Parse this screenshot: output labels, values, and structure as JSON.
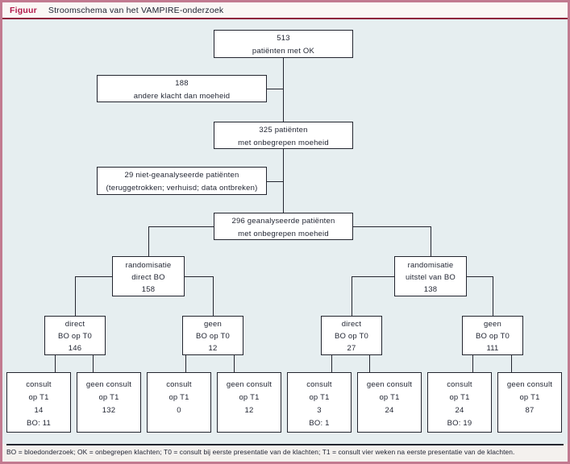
{
  "figure": {
    "label": "Figuur",
    "title": "Stroomschema van het VAMPIRE-onderzoek",
    "footnote": "BO = bloedonderzoek; OK = onbegrepen klachten; T0 = consult bij eerste presentatie van de klachten; T1 = consult vier weken na eerste presentatie van de klachten."
  },
  "colors": {
    "frame_border": "#c27a90",
    "title_rule": "#8e1c3c",
    "figure_label": "#b2174a",
    "canvas_background": "#e6eef0",
    "title_background": "#faf7f5",
    "node_border": "#23252f",
    "node_fill": "#ffffff",
    "text": "#1f2330"
  },
  "nodes": {
    "patients_ok": {
      "lines": [
        "513",
        "patiënten met OK"
      ]
    },
    "other_complaint": {
      "lines": [
        "188",
        "andere klacht dan moeheid"
      ]
    },
    "unexplained_325": {
      "lines": [
        "325 patiënten",
        "met onbegrepen moeheid"
      ]
    },
    "not_analysed": {
      "lines": [
        "29 niet-geanalyseerde patiënten",
        "(teruggetrokken; verhuisd; data ontbreken)"
      ]
    },
    "analysed_296": {
      "lines": [
        "296 geanalyseerde patiënten",
        "met onbegrepen moeheid"
      ]
    },
    "rand_direct": {
      "lines": [
        "randomisatie",
        "direct BO",
        "158"
      ]
    },
    "rand_uitstel": {
      "lines": [
        "randomisatie",
        "uitstel van BO",
        "138"
      ]
    },
    "direct_t0_146": {
      "lines": [
        "direct",
        "BO op T0",
        "146"
      ]
    },
    "geen_t0_12": {
      "lines": [
        "geen",
        "BO op T0",
        "12"
      ]
    },
    "direct_t0_27": {
      "lines": [
        "direct",
        "BO op T0",
        "27"
      ]
    },
    "geen_t0_111": {
      "lines": [
        "geen",
        "BO op T0",
        "111"
      ]
    },
    "consult_t1_14": {
      "lines": [
        "consult",
        "op T1",
        "14",
        "BO: 11"
      ]
    },
    "geen_consult_132": {
      "lines": [
        "geen consult",
        "op T1",
        "132"
      ]
    },
    "consult_t1_0": {
      "lines": [
        "consult",
        "op T1",
        "0"
      ]
    },
    "geen_consult_12": {
      "lines": [
        "geen consult",
        "op T1",
        "12"
      ]
    },
    "consult_t1_3": {
      "lines": [
        "consult",
        "op T1",
        "3",
        "BO: 1"
      ]
    },
    "geen_consult_24a": {
      "lines": [
        "geen consult",
        "op T1",
        "24"
      ]
    },
    "consult_t1_24": {
      "lines": [
        "consult",
        "op T1",
        "24",
        "BO: 19"
      ]
    },
    "geen_consult_87": {
      "lines": [
        "geen consult",
        "op T1",
        "87"
      ]
    }
  }
}
